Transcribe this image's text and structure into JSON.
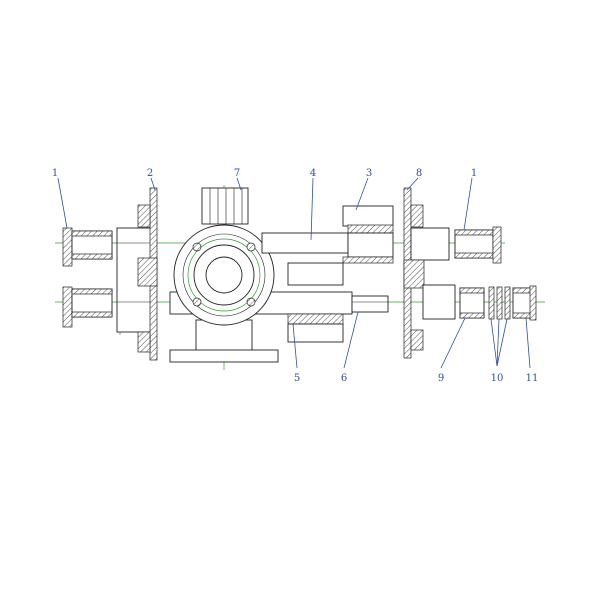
{
  "callouts": [
    {
      "id": "c1a",
      "text": "1"
    },
    {
      "id": "c2",
      "text": "2"
    },
    {
      "id": "c7",
      "text": "7"
    },
    {
      "id": "c4",
      "text": "4"
    },
    {
      "id": "c3",
      "text": "3"
    },
    {
      "id": "c8",
      "text": "8"
    },
    {
      "id": "c1b",
      "text": "1"
    },
    {
      "id": "c5",
      "text": "5"
    },
    {
      "id": "c6",
      "text": "6"
    },
    {
      "id": "c9",
      "text": "9"
    },
    {
      "id": "c10",
      "text": "10"
    },
    {
      "id": "c11",
      "text": "11"
    }
  ],
  "colors": {
    "label": "#2d4fa0",
    "centerline": "#2ca02c",
    "outline": "#222222"
  }
}
